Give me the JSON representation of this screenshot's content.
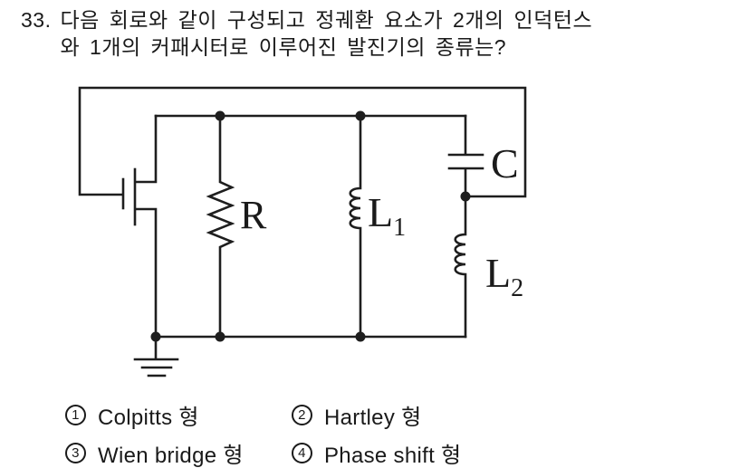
{
  "colors": {
    "background": "#ffffff",
    "ink": "#1a1a1a",
    "line": "#1e1e1e"
  },
  "question": {
    "number": "33.",
    "text_line1": "다음 회로와 같이 구성되고 정궤환 요소가 2개의 인덕턴스",
    "text_line2": "와 1개의 커패시터로 이루어진 발진기의 종류는?"
  },
  "circuit": {
    "resistor_label": "R",
    "capacitor_label": "C",
    "inductor1": {
      "main": "L",
      "sub": "1"
    },
    "inductor2": {
      "main": "L",
      "sub": "2"
    }
  },
  "options": [
    {
      "num": "1",
      "label": "Colpitts 형"
    },
    {
      "num": "2",
      "label": "Hartley 형"
    },
    {
      "num": "3",
      "label": "Wien bridge 형"
    },
    {
      "num": "4",
      "label": "Phase shift 형"
    }
  ]
}
